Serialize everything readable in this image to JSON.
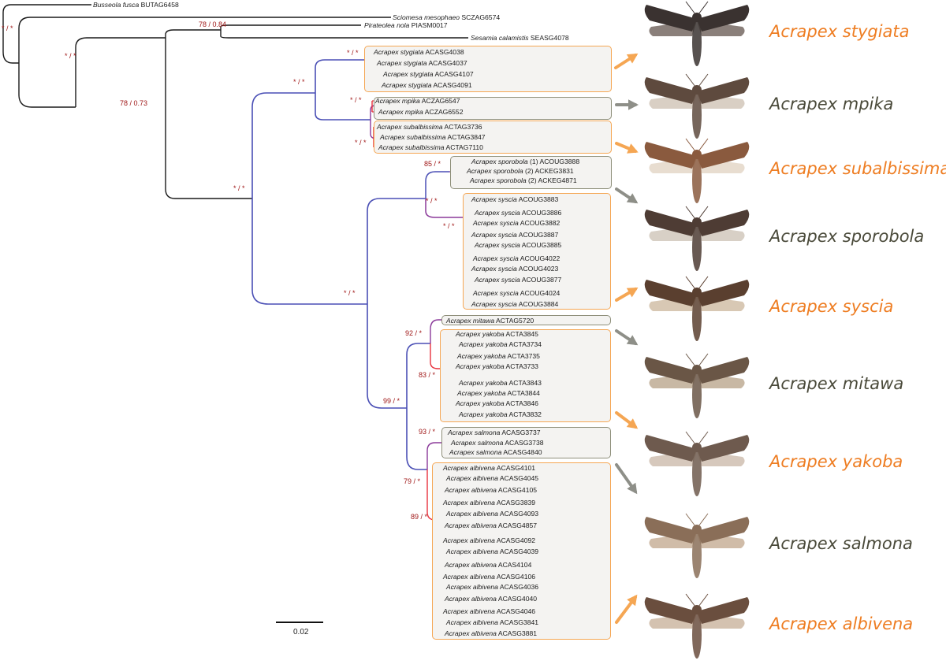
{
  "tree": {
    "outgroups": [
      {
        "genus": "Busseola fusca",
        "code": "BUTAG6458"
      },
      {
        "genus": "Sciomesa mesophaeo",
        "code": "SCZAG6574"
      },
      {
        "genus": "Pirateolea nola",
        "code": "PIASM0017"
      },
      {
        "genus": "Sesamia calamistis",
        "code": "SEASG4078"
      }
    ],
    "clades": [
      {
        "name": "stygiata",
        "color": "orange",
        "support": "* / *",
        "taxa": [
          {
            "genus": "Acrapex stygiata",
            "code": "ACASG4038"
          },
          {
            "genus": "Acrapex stygiata",
            "code": "ACASG4037"
          },
          {
            "genus": "Acrapex stygiata",
            "code": "ACASG4107"
          },
          {
            "genus": "Acrapex stygiata",
            "code": "ACASG4091"
          }
        ]
      },
      {
        "name": "mpika",
        "color": "grey",
        "support": "* / *",
        "taxa": [
          {
            "genus": "Acrapex mpika",
            "code": "ACZAG6547"
          },
          {
            "genus": "Acrapex mpika",
            "code": "ACZAG6552"
          }
        ]
      },
      {
        "name": "subalbissima",
        "color": "orange",
        "support": "* / *",
        "taxa": [
          {
            "genus": "Acrapex subalbissima",
            "code": "ACTAG3736"
          },
          {
            "genus": "Acrapex subalbissima",
            "code": "ACTAG3847"
          },
          {
            "genus": "Acrapex subalbissima",
            "code": "ACTAG7110"
          }
        ]
      },
      {
        "name": "sporobola",
        "color": "grey",
        "support": "85 / *",
        "taxa": [
          {
            "genus": "Acrapex sporobola",
            "code": "(1) ACOUG3888"
          },
          {
            "genus": "Acrapex sporobola",
            "code": "(2) ACKEG3831"
          },
          {
            "genus": "Acrapex sporobola",
            "code": "(2) ACKEG4871"
          }
        ]
      },
      {
        "name": "syscia",
        "color": "orange",
        "support": "* / *",
        "taxa": [
          {
            "genus": "Acrapex syscia",
            "code": "ACOUG3883"
          },
          {
            "genus": "Acrapex syscia",
            "code": "ACOUG3886"
          },
          {
            "genus": "Acrapex syscia",
            "code": "ACOUG3882"
          },
          {
            "genus": "Acrapex syscia",
            "code": "ACOUG3887"
          },
          {
            "genus": "Acrapex syscia",
            "code": "ACOUG3885"
          },
          {
            "genus": "Acrapex syscia",
            "code": "ACOUG4022"
          },
          {
            "genus": "Acrapex syscia",
            "code": "ACOUG4023"
          },
          {
            "genus": "Acrapex syscia",
            "code": "ACOUG3877"
          },
          {
            "genus": "Acrapex syscia",
            "code": "ACOUG4024"
          },
          {
            "genus": "Acrapex syscia",
            "code": "ACOUG3884"
          }
        ]
      },
      {
        "name": "mitawa",
        "color": "grey",
        "support": "",
        "taxa": [
          {
            "genus": "Acrapex mitawa",
            "code": "ACTAG5720"
          }
        ]
      },
      {
        "name": "yakoba",
        "color": "orange",
        "support": "83 / *",
        "taxa": [
          {
            "genus": "Acrapex yakoba",
            "code": "ACTA3845"
          },
          {
            "genus": "Acrapex yakoba",
            "code": "ACTA3734"
          },
          {
            "genus": "Acrapex yakoba",
            "code": "ACTA3735"
          },
          {
            "genus": "Acrapex yakoba",
            "code": "ACTA3733"
          },
          {
            "genus": "Acrapex yakoba",
            "code": "ACTA3843"
          },
          {
            "genus": "Acrapex yakoba",
            "code": "ACTA3844"
          },
          {
            "genus": "Acrapex yakoba",
            "code": "ACTA3846"
          },
          {
            "genus": "Acrapex yakoba",
            "code": "ACTA3832"
          }
        ]
      },
      {
        "name": "salmona",
        "color": "grey",
        "support": "93 / *",
        "taxa": [
          {
            "genus": "Acrapex salmona",
            "code": "ACASG3737"
          },
          {
            "genus": "Acrapex salmona",
            "code": "ACASG3738"
          },
          {
            "genus": "Acrapex salmona",
            "code": "ACASG4840"
          }
        ]
      },
      {
        "name": "albivena",
        "color": "orange",
        "support": "89 / *",
        "taxa": [
          {
            "genus": "Acrapex albivena",
            "code": "ACASG4101"
          },
          {
            "genus": "Acrapex albivena",
            "code": "ACASG4045"
          },
          {
            "genus": "Acrapex albivena",
            "code": "ACASG4105"
          },
          {
            "genus": "Acrapex albivena",
            "code": "ACASG3839"
          },
          {
            "genus": "Acrapex albivena",
            "code": "ACASG4093"
          },
          {
            "genus": "Acrapex albivena",
            "code": "ACASG4857"
          },
          {
            "genus": "Acrapex albivena",
            "code": "ACASG4092"
          },
          {
            "genus": "Acrapex albivena",
            "code": "ACASG4039"
          },
          {
            "genus": "Acrapex albivena",
            "code": "ACAS4104"
          },
          {
            "genus": "Acrapex albivena",
            "code": "ACASG4106"
          },
          {
            "genus": "Acrapex albivena",
            "code": "ACASG4036"
          },
          {
            "genus": "Acrapex albivena",
            "code": "ACASG4040"
          },
          {
            "genus": "Acrapex albivena",
            "code": "ACASG4046"
          },
          {
            "genus": "Acrapex albivena",
            "code": "ACASG3841"
          },
          {
            "genus": "Acrapex albivena",
            "code": "ACASG3881"
          }
        ]
      }
    ],
    "internal_support": {
      "root": "* / *",
      "outgroup_node": "* / *",
      "pirateolea_sesamia": "78 / 0.84",
      "node_78": "78 / 0.73",
      "acrapex_root": "* / *",
      "stygiata_mpika_subalb": "* / *",
      "big_clade": "* / *",
      "sporobola_syscia": "* / *",
      "lower_clade": "99 / *",
      "mitawa_yakoba": "92 / *",
      "salmona_albivena": "79 / *"
    },
    "scale_bar": "0.02"
  },
  "species_panel": [
    {
      "label": "Acrapex stygiata",
      "color": "#ee7d22"
    },
    {
      "label": "Acrapex mpika",
      "color": "#4a4a3a"
    },
    {
      "label": "Acrapex subalbissima",
      "color": "#ee7d22"
    },
    {
      "label": "Acrapex sporobola",
      "color": "#4a4a3a"
    },
    {
      "label": "Acrapex syscia",
      "color": "#ee7d22"
    },
    {
      "label": "Acrapex mitawa",
      "color": "#4a4a3a"
    },
    {
      "label": "Acrapex yakoba",
      "color": "#ee7d22"
    },
    {
      "label": "Acrapex salmona",
      "color": "#4a4a3a"
    },
    {
      "label": "Acrapex albivena",
      "color": "#ee7d22"
    }
  ],
  "colors": {
    "orange": "#f5a653",
    "grey": "#8e8f7a",
    "branch_blue": "#4a4fb5",
    "branch_red": "#e8343f",
    "branch_purple": "#8b3a9a",
    "support_red": "#a01818"
  }
}
